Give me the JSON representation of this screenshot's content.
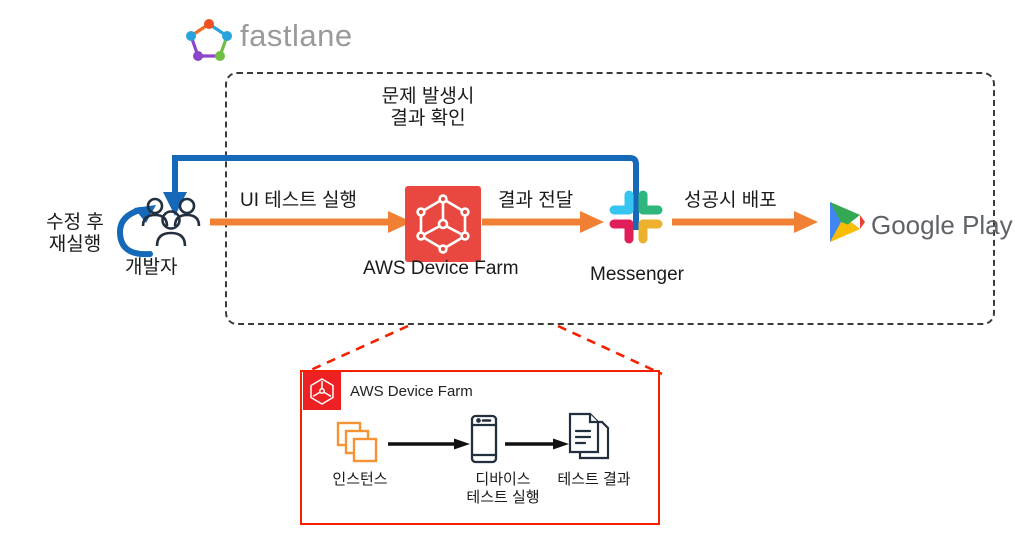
{
  "brand": {
    "fastlane_word": "fastlane",
    "fastlane_logo_icon": "fastlane-star-icon"
  },
  "colors": {
    "orange_flow": "#F08033",
    "blue_feedback": "#1668B8",
    "aws_tile_red": "#E8483F",
    "detail_border_red": "#F42100",
    "detail_badge_red": "#ED2024",
    "instance_orange": "#F79333",
    "device_navy": "#232F3E",
    "dashed_gray": "#3b3b3b",
    "google_play_text": "#5f6368"
  },
  "flow": {
    "feedback_label": "문제 발생시\n결과 확인",
    "feedback_label_line1": "문제 발생시",
    "feedback_label_line2": "결과 확인",
    "rerun_label_line1": "수정 후",
    "rerun_label_line2": "재실행",
    "step_labels": {
      "ui_test": "UI 테스트 실행",
      "result_transfer": "결과 전달",
      "deploy_on_success": "성공시 배포"
    },
    "nodes": [
      {
        "id": "developer",
        "label": "개발자",
        "icon": "developers-group-icon"
      },
      {
        "id": "aws_device_farm",
        "label": "AWS Device Farm",
        "icon": "aws-device-farm-icon"
      },
      {
        "id": "messenger",
        "label": "Messenger",
        "icon": "slack-icon"
      },
      {
        "id": "google_play",
        "label": "Google Play",
        "icon": "google-play-icon"
      }
    ]
  },
  "detail": {
    "title": "AWS Device Farm",
    "badge_icon": "aws-device-farm-badge-icon",
    "steps": [
      {
        "id": "instance",
        "label": "인스턴스",
        "label_line1": "인스턴스",
        "label_line2": "",
        "icon": "stacked-squares-icon"
      },
      {
        "id": "device_test",
        "label": "디바이스 테스트 실행",
        "label_line1": "디바이스",
        "label_line2": "테스트 실행",
        "icon": "mobile-phone-icon"
      },
      {
        "id": "test_result",
        "label": "테스트 결과",
        "label_line1": "테스트 결과",
        "label_line2": "",
        "icon": "document-pages-icon"
      }
    ]
  }
}
